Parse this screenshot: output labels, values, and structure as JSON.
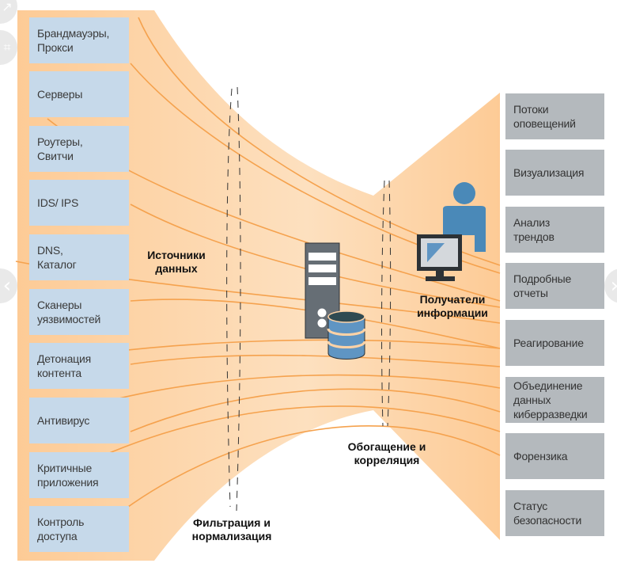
{
  "colors": {
    "funnel_dark": "#fdcb96",
    "funnel_light": "#fde0bf",
    "flow_line": "#f5a24e",
    "source_box": "#c6d9ea",
    "recipient_box": "#b4b9bd",
    "server": "#666e75",
    "database_top": "#2f4a52",
    "database_body": "#5f95c3",
    "person": "#4a89b8",
    "monitor_frame": "#2d3236",
    "monitor_screen": "#d4d8dc"
  },
  "sources": [
    {
      "label": "Брандмауэры,\nПрокси"
    },
    {
      "label": "Серверы"
    },
    {
      "label": "Роутеры,\nСвитчи"
    },
    {
      "label": "IDS/ IPS"
    },
    {
      "label": "DNS,\nКаталог"
    },
    {
      "label": "Сканеры\nуязвимостей"
    },
    {
      "label": "Детонация\nконтента"
    },
    {
      "label": "Антивирус"
    },
    {
      "label": "Критичные\nприложения"
    },
    {
      "label": "Контроль\nдоступа"
    }
  ],
  "recipients": [
    {
      "label": "Потоки\nоповещений"
    },
    {
      "label": "Визуализация"
    },
    {
      "label": "Анализ\nтрендов"
    },
    {
      "label": "Подробные\nотчеты"
    },
    {
      "label": "Реагирование"
    },
    {
      "label": "Объединение\nданных\nкиберразведки"
    },
    {
      "label": "Форензика"
    },
    {
      "label": "Статус\nбезопасности"
    }
  ],
  "stages": {
    "sources_title": "Источники\nданных",
    "filtering": "Фильтрация и\nнормализация",
    "enrichment": "Обогащение и\nкорреляция",
    "recipients_title": "Получатели\nинформации"
  },
  "nav": {
    "prev_icon": "‹",
    "next_icon": "›"
  }
}
